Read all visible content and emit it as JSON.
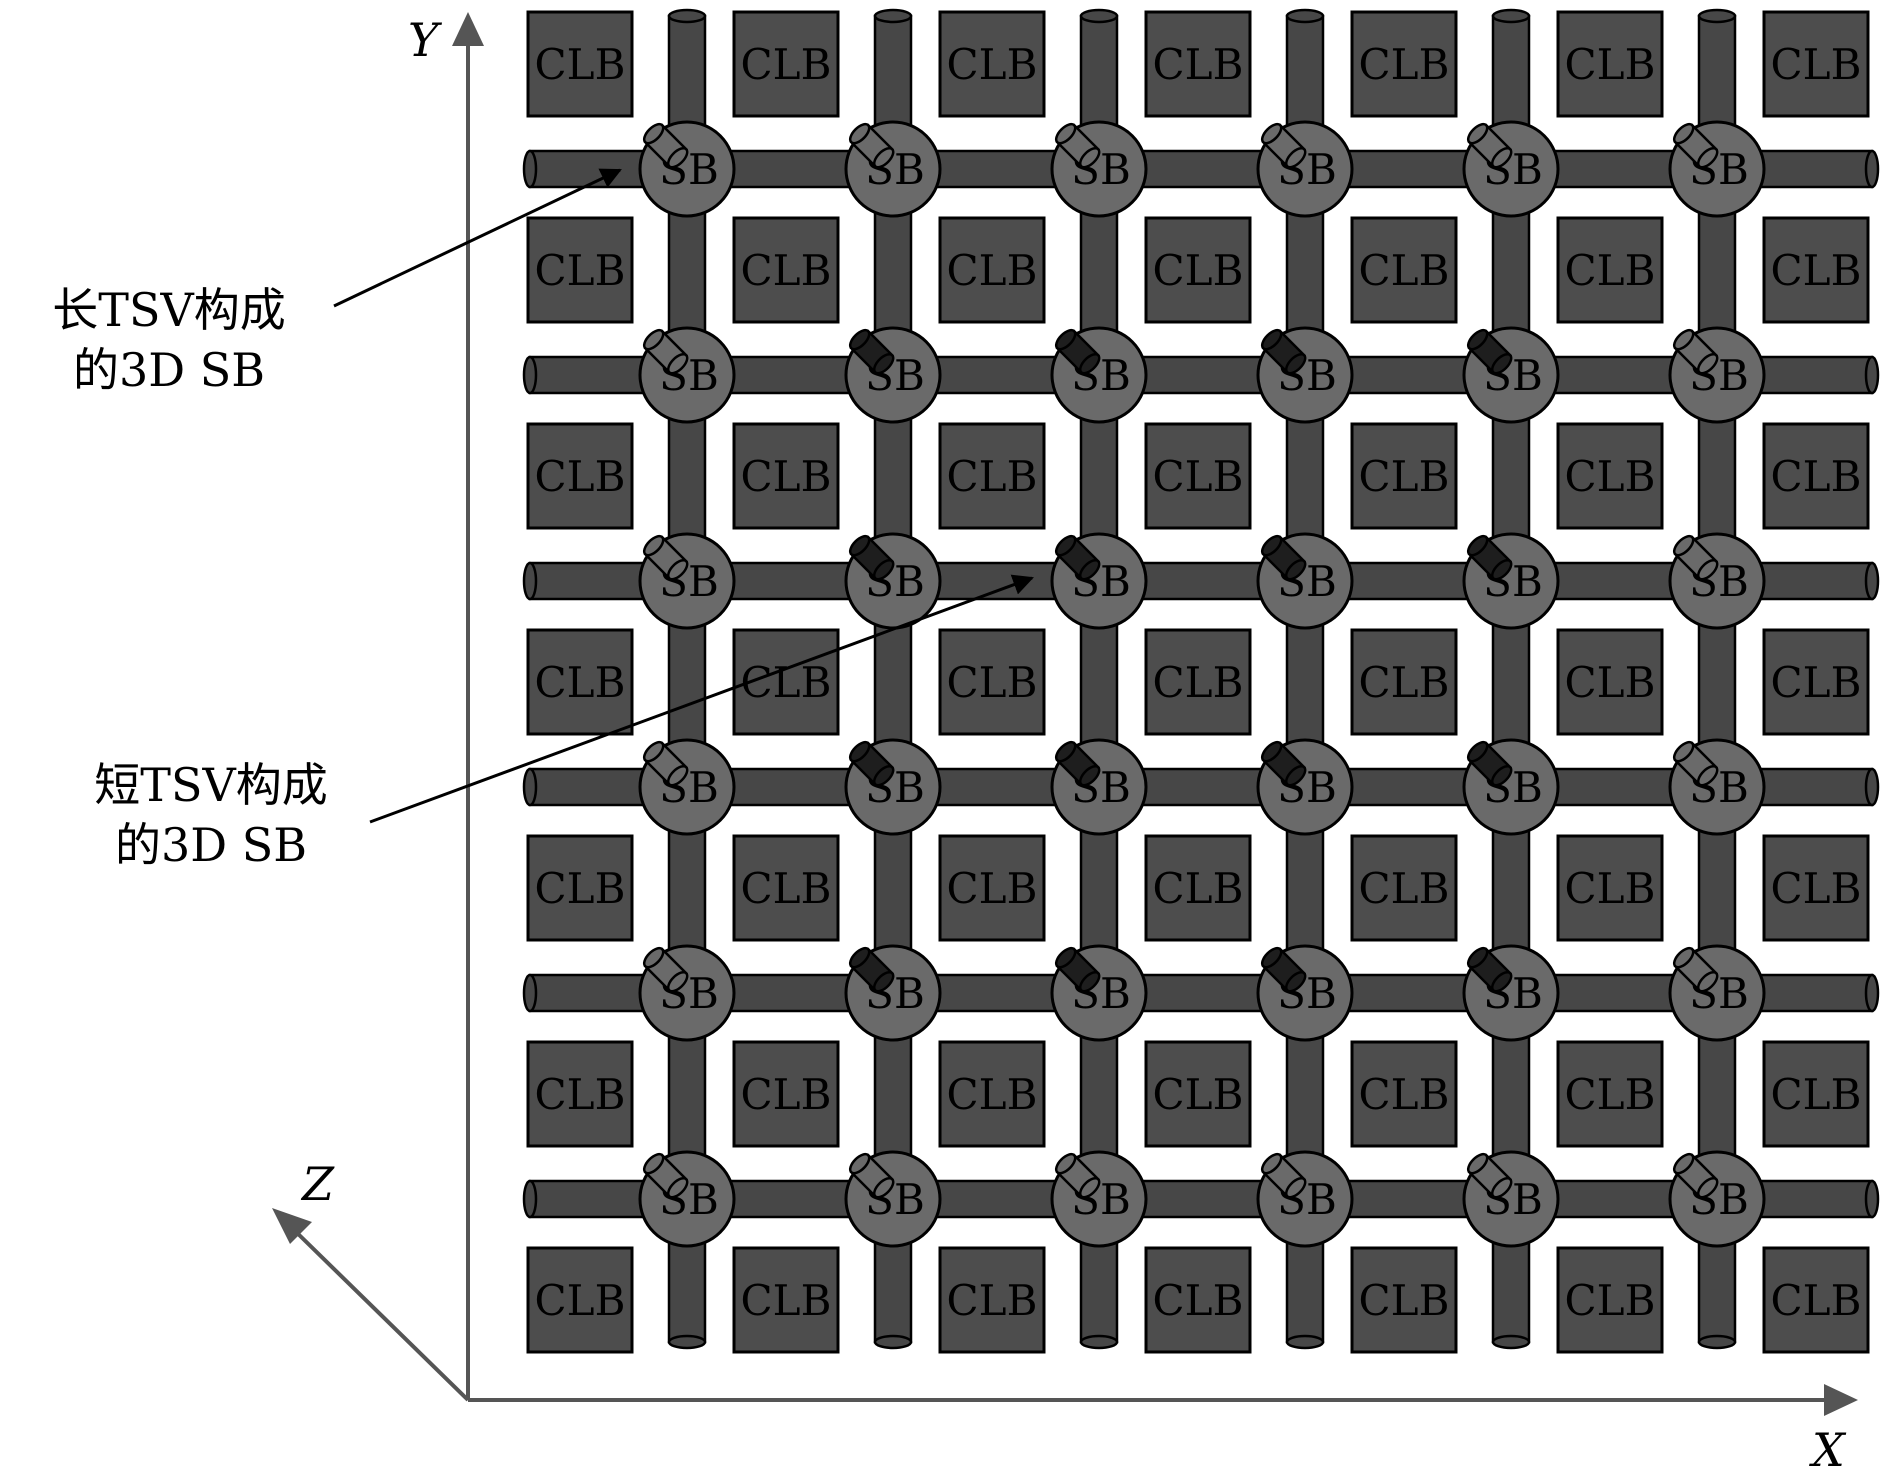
{
  "clb_label": "CLB",
  "sb_label": "SB",
  "axes": {
    "x": "X",
    "y": "Y",
    "z": "Z"
  },
  "callouts": {
    "long": {
      "line1": "长TSV构成",
      "line2": "的3D SB"
    },
    "short": {
      "line1": "短TSV构成",
      "line2": "的3D SB"
    }
  },
  "grid": {
    "clb_rows": 7,
    "clb_cols": 7,
    "sb_rows": 6,
    "sb_cols": 6,
    "sb_tsv_types": [
      [
        "long",
        "long",
        "long",
        "long",
        "long",
        "long"
      ],
      [
        "long",
        "short",
        "short",
        "short",
        "short",
        "long"
      ],
      [
        "long",
        "short",
        "short",
        "short",
        "short",
        "long"
      ],
      [
        "long",
        "short",
        "short",
        "short",
        "short",
        "long"
      ],
      [
        "long",
        "short",
        "short",
        "short",
        "short",
        "long"
      ],
      [
        "long",
        "long",
        "long",
        "long",
        "long",
        "long"
      ]
    ]
  },
  "colors": {
    "clb_fill": "#4d4d4d",
    "wire_fill": "#474747",
    "sb_fill": "#6a6a6a",
    "long_tsv": "#6a6a6a",
    "short_tsv": "#1e1e1e",
    "outline": "#000000"
  }
}
